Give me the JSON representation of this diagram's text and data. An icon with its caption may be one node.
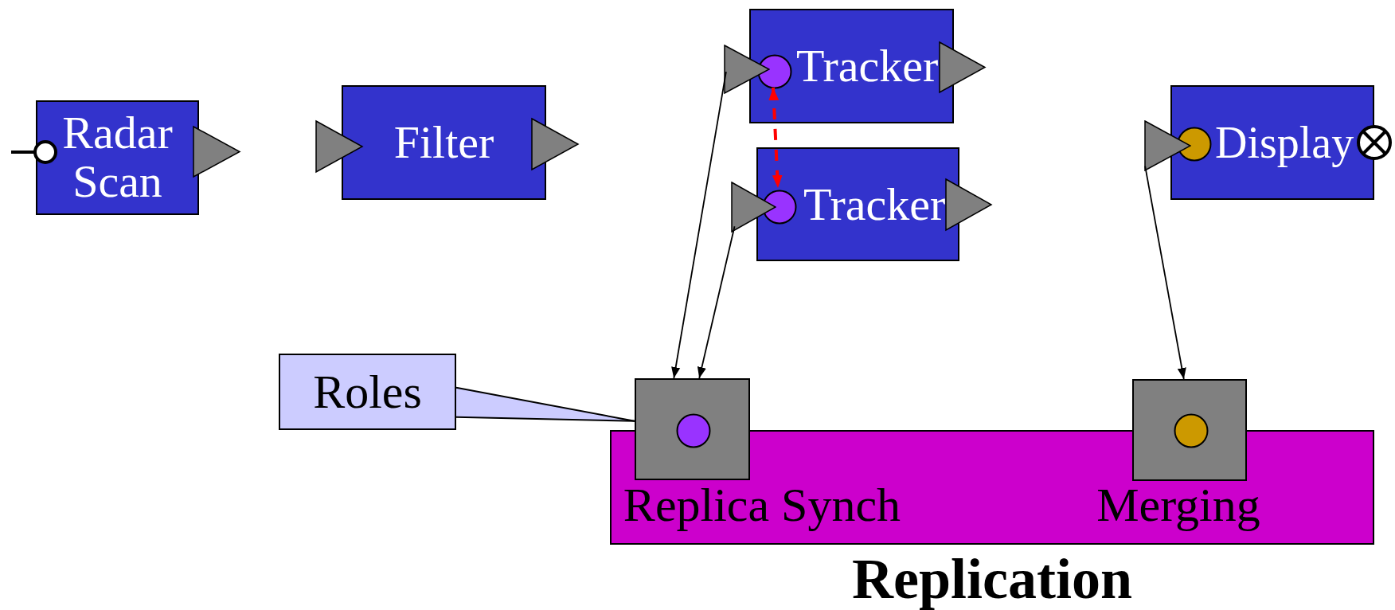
{
  "diagram": {
    "nodes": [
      {
        "text": [
          "Radar Scan"
        ]
      },
      {
        "text": [
          "Filter"
        ]
      },
      {
        "text": [
          "Tracker"
        ]
      },
      {
        "text": [],
        "shape": "circle",
        "in": 2
      },
      {
        "text": [],
        "shape": "triangle"
      },
      {
        "text": [
          "Tracker"
        ]
      },
      {
        "text": [],
        "shape": "circle",
        "in": 5
      },
      {
        "text": [],
        "shape": "triangle"
      },
      {
        "text": [
          "Display"
        ]
      },
      {
        "text": [],
        "shape": "circle",
        "in": 8
      },
      {
        "text": [],
        "shape": "triangle"
      },
      {
        "text": [
          "Roles"
        ]
      },
      {
        "text": [
          "Replication"
        ]
      },
      {
        "text": [],
        "shape": "box",
        "beside": [
          "Replica Synch"
        ]
      },
      {
        "text": [],
        "shape": "circle",
        "in": 13
      },
      {
        "text": [],
        "shape": "box",
        "beside": [
          "Merging"
        ]
      },
      {
        "text": [],
        "shape": "circle",
        "in": 15
      }
    ],
    "edges": [
      {
        "from": 4,
        "to": 13,
        "arrow": "to"
      },
      {
        "from": 7,
        "to": 13,
        "arrow": "to"
      },
      {
        "from": 10,
        "to": 15,
        "arrow": "to"
      },
      {
        "from": 3,
        "to": 6,
        "arrow": "both",
        "style": "dashed",
        "color": "#ff0000"
      },
      {
        "from": 11,
        "to": 13,
        "arrow": "none"
      }
    ]
  }
}
